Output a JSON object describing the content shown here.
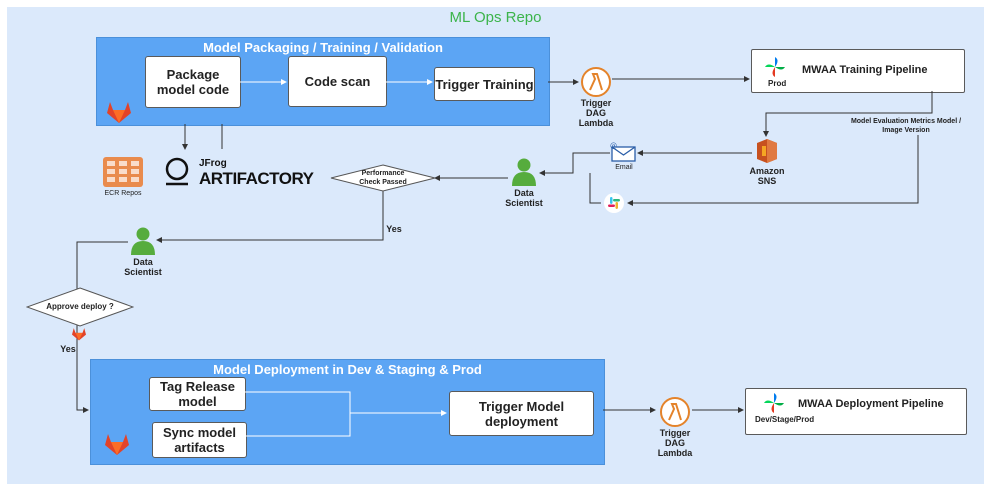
{
  "title": "ML Ops Repo",
  "packaging": {
    "title": "Model Packaging / Training / Validation",
    "package_label": "Package model code",
    "scan_label": "Code scan",
    "trigger_label": "Trigger Training"
  },
  "lambda_top": "Trigger DAG Lambda",
  "training_pipeline": {
    "title": "MWAA Training Pipeline",
    "env": "Prod"
  },
  "metrics_note": "Model Evaluation Metrics Model / Image Version",
  "sns_label": "Amazon SNS",
  "email_label": "Email",
  "data_scientist_1": "Data Scientist",
  "data_scientist_2": "Data Scientist",
  "perf_check": "Performance Check Passed",
  "yes_1": "Yes",
  "yes_2": "Yes",
  "approve": "Approve deploy ?",
  "ecr_label": "ECR Repos",
  "jfrog": {
    "brand": "JFrog",
    "product": "ARTIFACTORY"
  },
  "deployment": {
    "title": "Model Deployment in Dev & Staging & Prod",
    "tag_label": "Tag Release model",
    "sync_label": "Sync model artifacts",
    "trigger_label": "Trigger Model deployment"
  },
  "lambda_bottom": "Trigger DAG Lambda",
  "deploy_pipeline": {
    "title": "MWAA Deployment Pipeline",
    "env": "Dev/Stage/Prod"
  },
  "colors": {
    "panel": "#5ca5f4",
    "background": "#dbe9fb",
    "title_green": "#3cb44b",
    "lambda": "#e4832a",
    "sns": "#c7511f"
  }
}
